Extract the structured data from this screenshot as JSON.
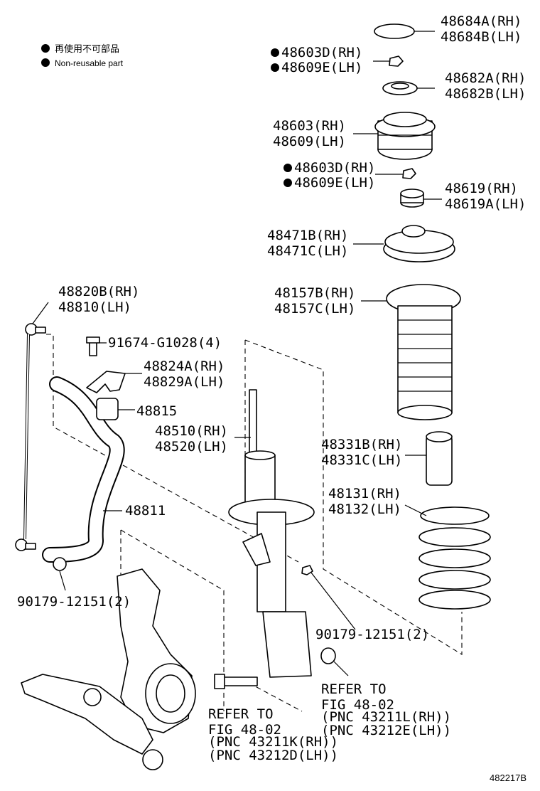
{
  "legend": {
    "non_reusable_jp": "再使用不可部品",
    "non_reusable_en": "Non-reusable part"
  },
  "labels": {
    "p48684": [
      "48684A(RH)",
      "48684B(LH)"
    ],
    "p48603d_top": [
      "48603D(RH)",
      "48609E(LH)"
    ],
    "p48682": [
      "48682A(RH)",
      "48682B(LH)"
    ],
    "p48603": [
      "48603(RH)",
      "48609(LH)"
    ],
    "p48603d_mid": [
      "48603D(RH)",
      "48609E(LH)"
    ],
    "p48619": [
      "48619(RH)",
      "48619A(LH)"
    ],
    "p48471": [
      "48471B(RH)",
      "48471C(LH)"
    ],
    "p48157": [
      "48157B(RH)",
      "48157C(LH)"
    ],
    "p48820": [
      "48820B(RH)",
      "48810(LH)"
    ],
    "p91674": "91674-G1028(4)",
    "p48824": [
      "48824A(RH)",
      "48829A(LH)"
    ],
    "p48815": "48815",
    "p48510": [
      "48510(RH)",
      "48520(LH)"
    ],
    "p48331": [
      "48331B(RH)",
      "48331C(LH)"
    ],
    "p48131": [
      "48131(RH)",
      "48132(LH)"
    ],
    "p48811": "48811",
    "p90179_left": "90179-12151(2)",
    "p90179_right": "90179-12151(2)",
    "refer_right": [
      "REFER TO",
      "FIG 48-02",
      "(PNC 43211L(RH))",
      "(PNC 43212E(LH))"
    ],
    "refer_left": [
      "REFER TO",
      "FIG 48-02",
      "(PNC 43211K(RH))",
      "(PNC 43212D(LH))"
    ]
  },
  "diagram_id": "482217B"
}
